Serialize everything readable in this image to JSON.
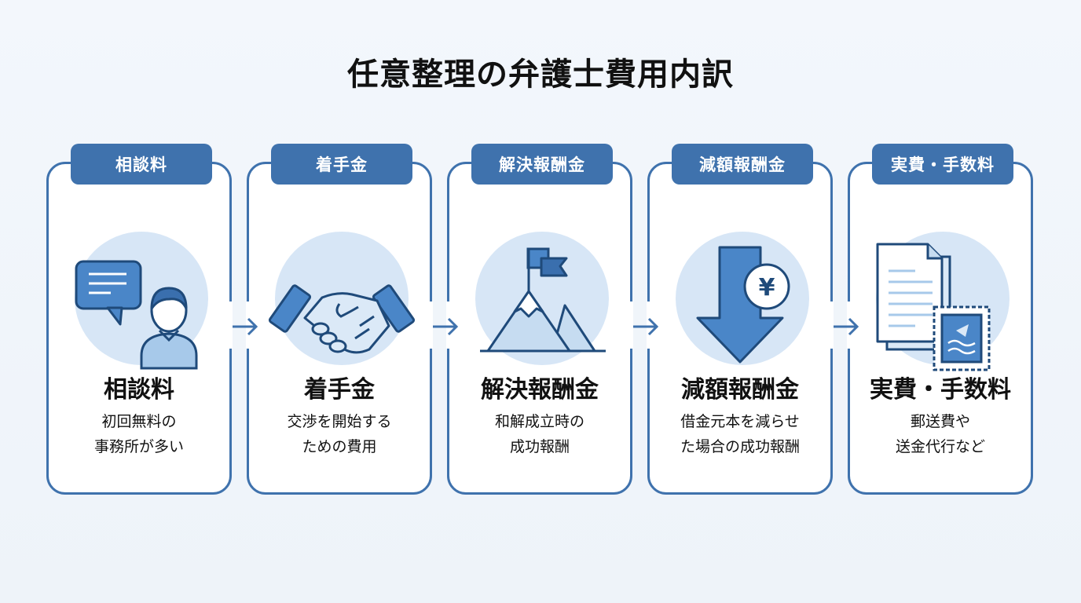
{
  "title": "任意整理の弁護士費用内訳",
  "colors": {
    "accent": "#3f72ad",
    "icon_circle": "#d7e6f6",
    "icon_fill": "#4a86c8",
    "background": "#f1f5fa"
  },
  "cards": [
    {
      "tab_label": "相談料",
      "icon": "chat-person-icon",
      "title": "相談料",
      "desc_line1": "初回無料の",
      "desc_line2": "事務所が多い"
    },
    {
      "tab_label": "着手金",
      "icon": "handshake-icon",
      "title": "着手金",
      "desc_line1": "交渉を開始する",
      "desc_line2": "ための費用"
    },
    {
      "tab_label": "解決報酬金",
      "icon": "mountain-flag-icon",
      "title": "解決報酬金",
      "desc_line1": "和解成立時の",
      "desc_line2": "成功報酬"
    },
    {
      "tab_label": "減額報酬金",
      "icon": "down-arrow-yen-icon",
      "title": "減額報酬金",
      "desc_line1": "借金元本を減らせ",
      "desc_line2": "た場合の成功報酬"
    },
    {
      "tab_label": "実費・手数料",
      "icon": "document-stamp-icon",
      "title": "実費・手数料",
      "desc_line1": "郵送費や",
      "desc_line2": "送金代行など"
    }
  ],
  "yen_symbol": "¥"
}
